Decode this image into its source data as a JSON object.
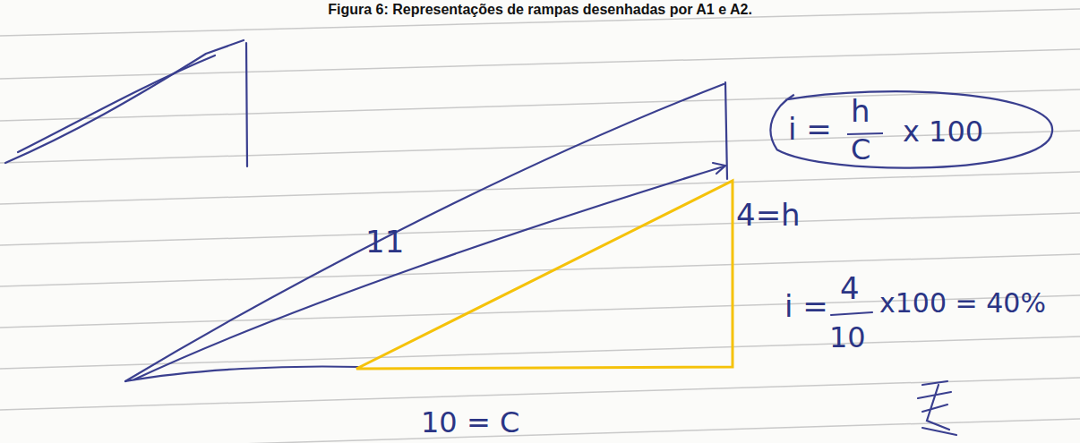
{
  "diagram": {
    "title": "Figura 6: Representações de rampas desenhadas por A1 e A2.",
    "nodes": [
      {
        "text": [
          "i =",
          "h",
          "C",
          "x 100"
        ]
      }
    ],
    "labels": [
      "11",
      "4=h",
      "i =",
      "4",
      "10",
      "x100 = 40%",
      "10 = C"
    ]
  }
}
